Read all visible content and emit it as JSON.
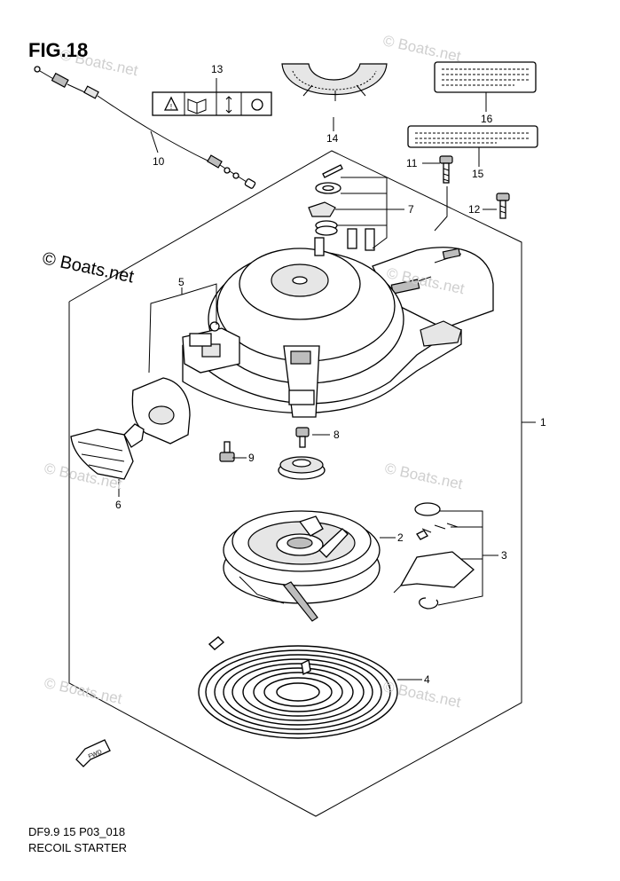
{
  "figure": {
    "title": "FIG.18",
    "code": "DF9.9 15 P03_018",
    "name": "RECOIL STARTER"
  },
  "watermark": {
    "text": "© Boats.net"
  },
  "callouts": [
    "1",
    "2",
    "3",
    "4",
    "5",
    "6",
    "7",
    "8",
    "9",
    "10",
    "11",
    "12",
    "13",
    "14",
    "15",
    "16"
  ],
  "warning_label": {
    "icons": [
      "warning-triangle-icon",
      "open-book-icon",
      "arrow-updown-icon",
      "round-knob-icon"
    ]
  },
  "fwd_marker": {
    "text": "FWD"
  }
}
